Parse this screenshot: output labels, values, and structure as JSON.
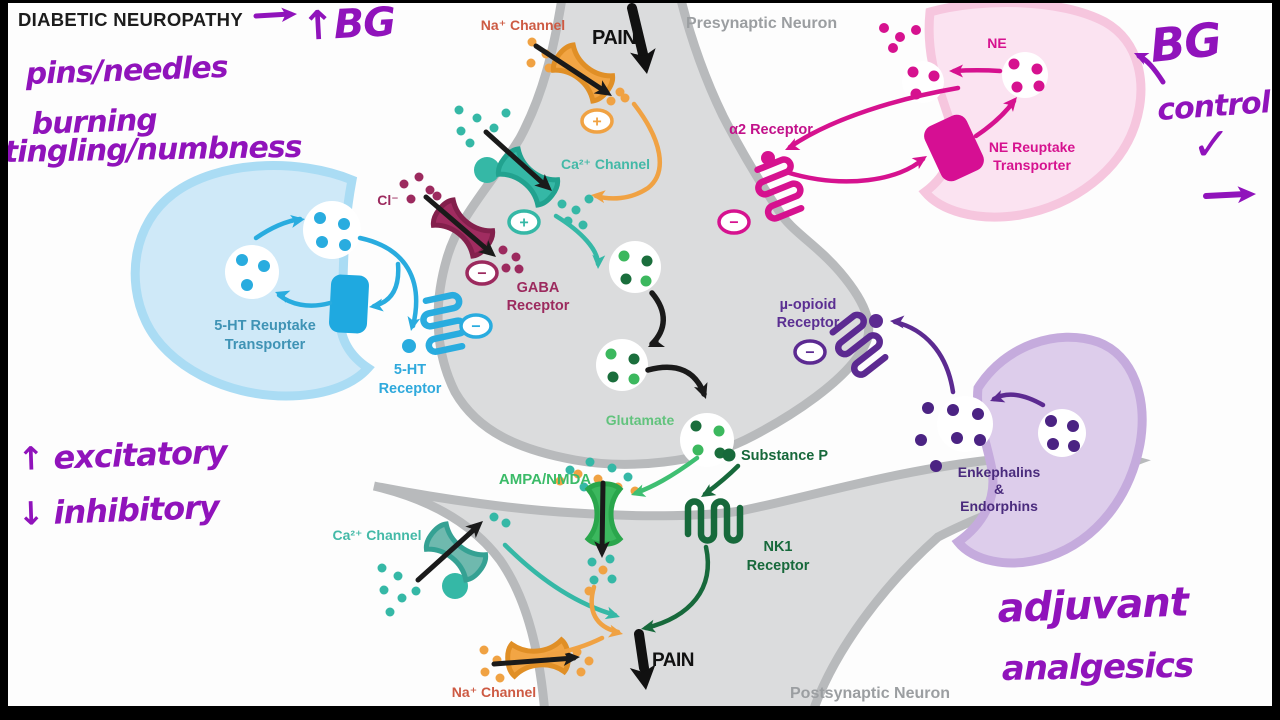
{
  "colors": {
    "handwriting": "#9013BB",
    "gray_fill": "#DBDCDD",
    "gray_stroke": "#B8BABC",
    "gray_label": "#9B9EA1",
    "orange": "#F0A243",
    "orange_label": "#CD5A43",
    "teal": "#35B8A6",
    "maroon": "#9C2A5E",
    "blue": "#29ACDF",
    "blue_neuron_fill": "#CFE9F8",
    "magenta": "#D6128F",
    "pink_neuron_fill": "#FBE3F1",
    "purple": "#5B2F92",
    "lavender_neuron_fill": "#DDCDEB",
    "green": "#3CB85E",
    "green_dark": "#17693B",
    "black": "#1A1A1A"
  },
  "header": {
    "title": "DIABETIC NEUROPATHY"
  },
  "handwritten": {
    "bg_increase": "↑BG",
    "symptoms": [
      "pins/needles",
      "burning",
      "tingling/numbness"
    ],
    "bg_control_line1": "BG",
    "bg_control_line2": "control",
    "checkmark": "✓",
    "legend_excitatory": "↑ excitatory",
    "legend_inhibitory": "↓ inhibitory",
    "treatment_line1": "adjuvant",
    "treatment_line2": "analgesics"
  },
  "diagram": {
    "presynaptic_label": "Presynaptic Neuron",
    "postsynaptic_label": "Postsynaptic Neuron",
    "pain_top": "PAIN",
    "pain_bottom": "PAIN",
    "na_channel_top": "Na⁺ Channel",
    "ca_channel_top": "Ca²⁺ Channel",
    "cl_ion": "Cl⁻",
    "gaba_receptor": [
      "GABA",
      "Receptor"
    ],
    "ht5_transporter": [
      "5-HT Reuptake",
      "Transporter"
    ],
    "ht5_receptor": [
      "5-HT",
      "Receptor"
    ],
    "ne": "NE",
    "ne_transporter": [
      "NE Reuptake",
      "Transporter"
    ],
    "alpha2_receptor": "α2 Receptor",
    "mu_opioid_receptor": [
      "µ-opioid",
      "Receptor"
    ],
    "enkephalins": [
      "Enkephalins",
      "&",
      "Endorphins"
    ],
    "glutamate": "Glutamate",
    "substance_p": "Substance P",
    "ampa_nmda": "AMPA/NMDA",
    "nk1_receptor": [
      "NK1",
      "Receptor"
    ],
    "ca_channel_bottom": "Ca²⁺ Channel",
    "na_channel_bottom": "Na⁺ Channel",
    "plus": "+",
    "minus": "−"
  }
}
